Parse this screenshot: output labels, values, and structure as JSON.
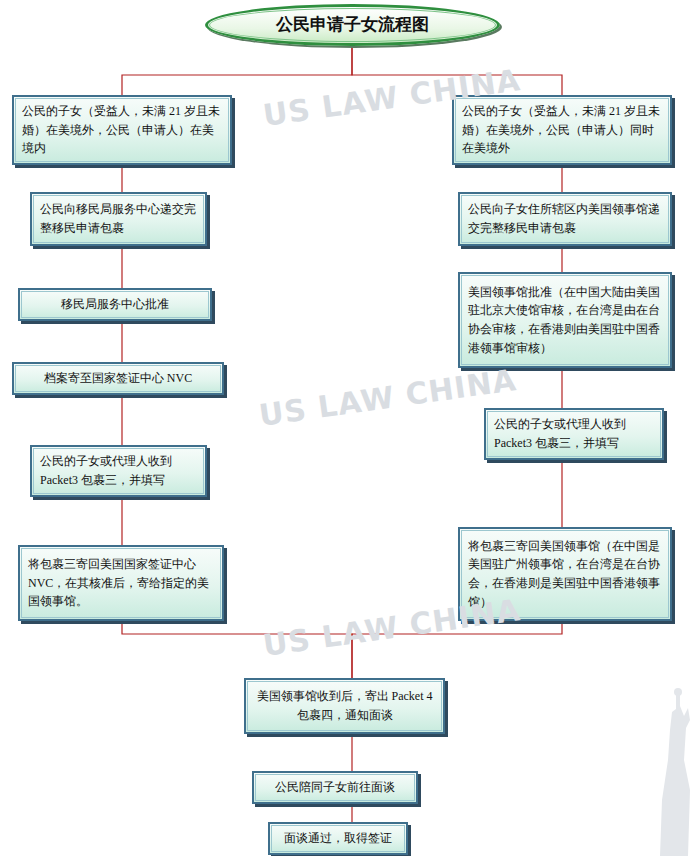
{
  "diagram": {
    "nodes": [
      {
        "text": [
          "公民申请子女流程图"
        ]
      },
      {
        "text": [
          "公民的子女（受益人，未满 21 岁且未婚）在美境外，公民（申请人）在美境内"
        ]
      },
      {
        "text": [
          "公民向移民局服务中心递交完整移民申请包裹"
        ]
      },
      {
        "text": [
          "移民局服务中心批准"
        ]
      },
      {
        "text": [
          "档案寄至国家签证中心 NVC"
        ]
      },
      {
        "text": [
          "公民的子女或代理人收到 Packet3 包裹三，并填写"
        ]
      },
      {
        "text": [
          "将包裹三寄回美国国家签证中心 NVC，在其核准后，寄给指定的美国领事馆。"
        ]
      },
      {
        "text": [
          "公民的子女（受益人，未满 21 岁且未婚）在美境外，公民（申请人）同时在美境外"
        ]
      },
      {
        "text": [
          "公民向子女住所辖区内美国领事馆递交完整移民申请包裹"
        ]
      },
      {
        "text": [
          "美国领事馆批准（在中国大陆由美国驻北京大使馆审核，在台湾是由在台协会审核，在香港则由美国驻中国香港领事馆审核）"
        ]
      },
      {
        "text": [
          "公民的子女或代理人收到 Packet3 包裹三，并填写"
        ]
      },
      {
        "text": [
          "将包裹三寄回美国领事馆（在中国是美国驻广州领事馆，在台湾是在台协会，在香港则是美国驻中国香港领事馆）"
        ]
      },
      {
        "text": [
          "美国领事馆收到后，寄出 Packet 4 包裹四，通知面谈"
        ]
      },
      {
        "text": [
          "公民陪同子女前往面谈"
        ]
      },
      {
        "text": [
          "面谈通过，取得签证"
        ]
      }
    ],
    "edges": [
      {
        "from": 0,
        "to": 1,
        "arrow": "none"
      },
      {
        "from": 0,
        "to": 7,
        "arrow": "none"
      },
      {
        "from": 1,
        "to": 2,
        "arrow": "none"
      },
      {
        "from": 2,
        "to": 3,
        "arrow": "none"
      },
      {
        "from": 3,
        "to": 4,
        "arrow": "none"
      },
      {
        "from": 4,
        "to": 5,
        "arrow": "none"
      },
      {
        "from": 5,
        "to": 6,
        "arrow": "none"
      },
      {
        "from": 7,
        "to": 8,
        "arrow": "none"
      },
      {
        "from": 8,
        "to": 9,
        "arrow": "none"
      },
      {
        "from": 9,
        "to": 10,
        "arrow": "none"
      },
      {
        "from": 10,
        "to": 11,
        "arrow": "none"
      },
      {
        "from": 6,
        "to": 12,
        "arrow": "none"
      },
      {
        "from": 11,
        "to": 12,
        "arrow": "none"
      },
      {
        "from": 12,
        "to": 13,
        "arrow": "none"
      },
      {
        "from": 13,
        "to": 14,
        "arrow": "none"
      }
    ],
    "labels": [
      "US LAW CHINA",
      "US LAW CHINA",
      "US LAW CHINA"
    ]
  }
}
